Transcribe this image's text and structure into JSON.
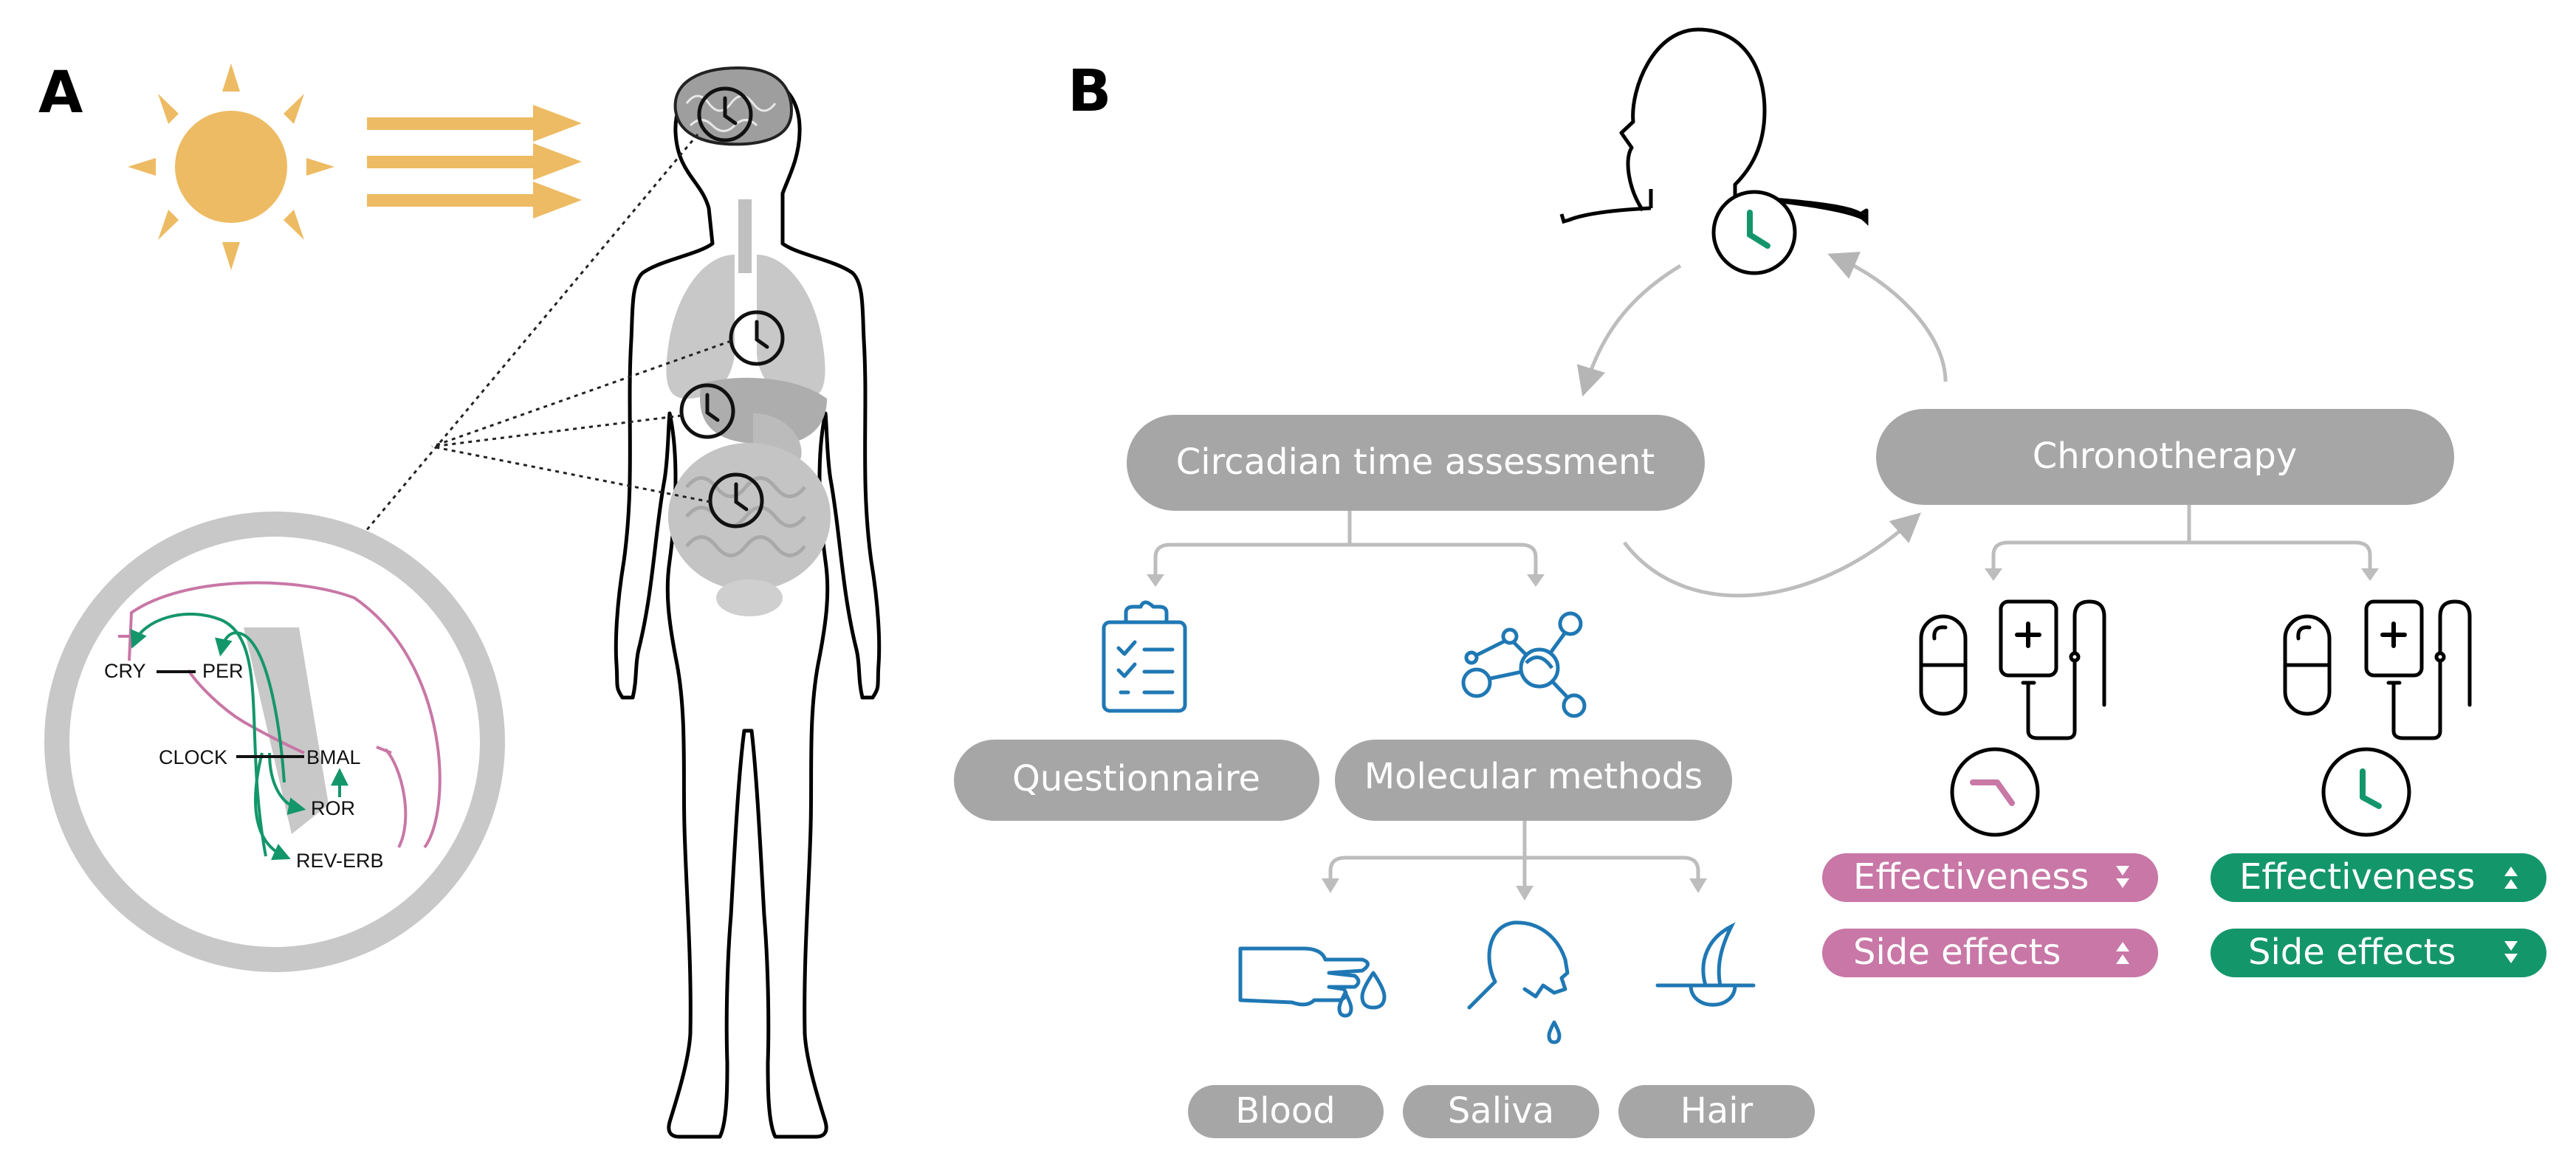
{
  "panels": {
    "a": "A",
    "b": "B"
  },
  "genes": {
    "cry": "CRY",
    "per": "PER",
    "clock": "CLOCK",
    "bmal": "BMAL",
    "ror": "ROR",
    "reverb": "REV-ERB"
  },
  "assessment": {
    "title": "Circadian time assessment",
    "questionnaire": "Questionnaire",
    "molecular": "Molecular methods",
    "samples": {
      "blood": "Blood",
      "saliva": "Saliva",
      "hair": "Hair"
    }
  },
  "therapy": {
    "title": "Chronotherapy",
    "misaligned": {
      "effectiveness": "Effectiveness",
      "side_effects": "Side effects"
    },
    "aligned": {
      "effectiveness": "Effectiveness",
      "side_effects": "Side effects"
    }
  },
  "colors": {
    "sun": "#EDBB63",
    "grey_box": "#A6A6A6",
    "light_grey": "#C8C8C8",
    "arrow_grey": "#BDBDBD",
    "blue": "#1F78B4",
    "green": "#14966B",
    "pink": "#C877A6"
  }
}
